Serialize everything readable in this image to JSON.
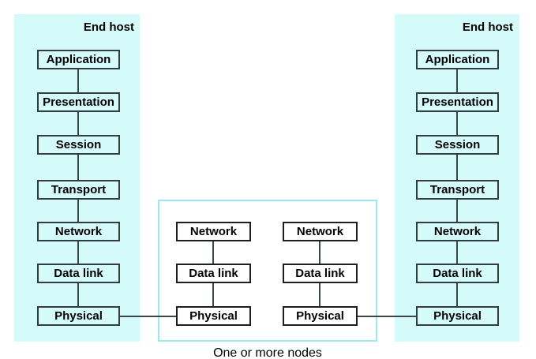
{
  "palette": {
    "panel_bg": "#d5fafa",
    "nodes_border": "#9ae9f0",
    "box_border": "#333d3d",
    "line_color": "#3d4646",
    "text_color": "#000000",
    "node_box_bg": "#ffffff"
  },
  "left_host": {
    "title": "End host",
    "layers": [
      "Application",
      "Presentation",
      "Session",
      "Transport",
      "Network",
      "Data link",
      "Physical"
    ]
  },
  "right_host": {
    "title": "End host",
    "layers": [
      "Application",
      "Presentation",
      "Session",
      "Transport",
      "Network",
      "Data link",
      "Physical"
    ]
  },
  "nodes": {
    "caption": "One or more nodes",
    "node1_layers": [
      "Network",
      "Data link",
      "Physical"
    ],
    "node2_layers": [
      "Network",
      "Data link",
      "Physical"
    ]
  }
}
